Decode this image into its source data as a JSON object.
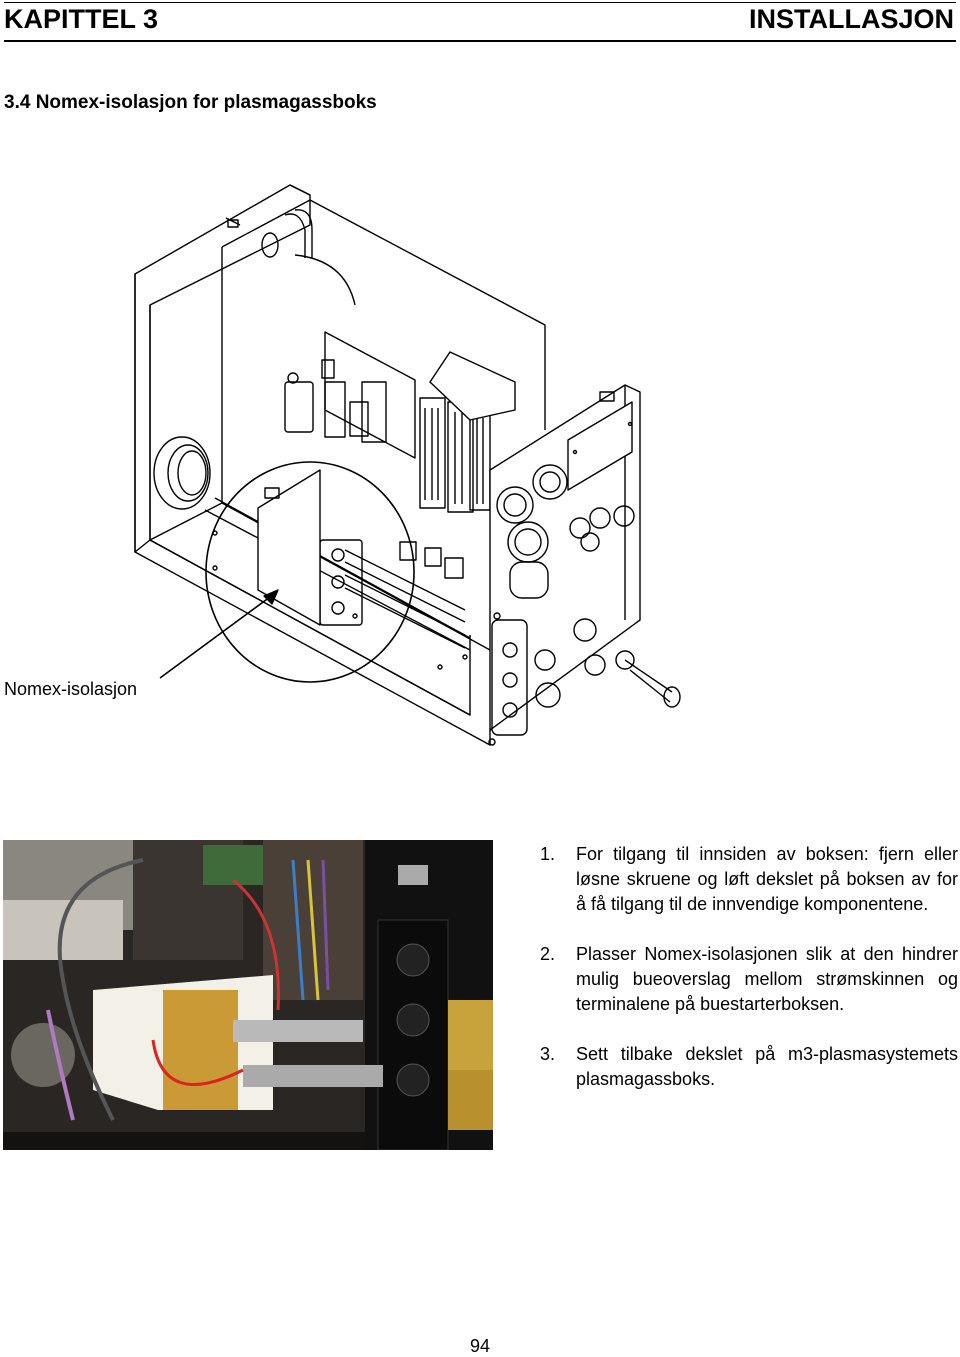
{
  "header": {
    "chapter": "KAPITTEL 3",
    "section_name": "INSTALLASJON"
  },
  "section": {
    "title": "3.4  Nomex-isolasjon for plasmagassboks"
  },
  "figure": {
    "callout_label": "Nomex-isolasjon"
  },
  "steps": [
    {
      "number": "1.",
      "text": "For tilgang til innsiden av boksen: fjern eller løsne skruene og løft dekslet på boksen av for å få tilgang til de innvendige komponentene."
    },
    {
      "number": "2.",
      "text": "Plasser Nomex-isolasjonen slik at den hindrer mulig bueoverslag mellom strømskinnen og terminalene på buestarterboksen."
    },
    {
      "number": "3.",
      "text": "Sett tilbake dekslet på m3-plasmasystemets plasmagassboks."
    }
  ],
  "page_number": "94"
}
